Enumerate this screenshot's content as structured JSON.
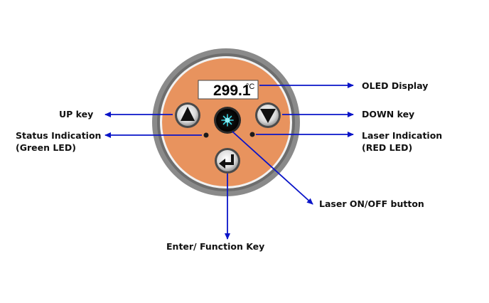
{
  "display": {
    "reading": "299.1",
    "unit": "°C"
  },
  "labels": {
    "oled_display": "OLED Display",
    "up_key": "UP key",
    "down_key": "DOWN key",
    "status_indication_line1": "Status Indication",
    "status_indication_line2": "(Green LED)",
    "laser_indication_line1": "Laser Indication",
    "laser_indication_line2": "(RED LED)",
    "laser_button": "Laser ON/OFF button",
    "enter_key": "Enter/ Function Key"
  },
  "icons": {
    "up": "triangle-up-icon",
    "down": "triangle-down-icon",
    "laser": "laser-starburst-icon",
    "enter": "enter-return-arrow-icon"
  },
  "colors": {
    "panel_orange": "#e8935e",
    "bezel_gray": "#8a8a8a",
    "arrow_blue": "#0a14c8",
    "laser_cyan": "#39d6e6",
    "display_bg": "#ffffff"
  }
}
